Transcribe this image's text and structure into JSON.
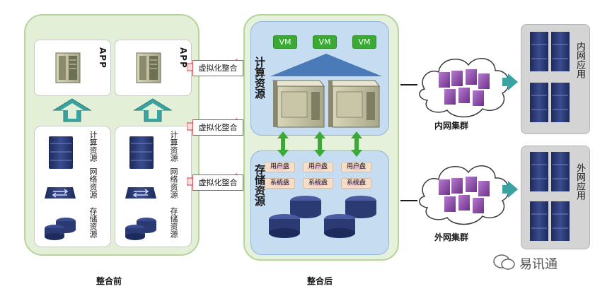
{
  "before": {
    "caption": "整合前",
    "app_label": "APP",
    "compute_label": "计算资源",
    "network_label": "网络资源",
    "storage_label": "存储资源"
  },
  "virtualization": {
    "label_top": "虚拟化整合",
    "label_middle": "虚拟化整合",
    "label_bottom": "虚拟化整合"
  },
  "after": {
    "caption": "整合后",
    "compute_title": "计算资源",
    "storage_title": "存储资源",
    "vms": [
      "VM",
      "VM",
      "VM"
    ],
    "disks_row1": [
      "用户盘",
      "用户盘",
      "用户盘"
    ],
    "disks_row2": [
      "系统盘",
      "系统盘",
      "系统盘"
    ]
  },
  "clusters": {
    "internal": "内网集群",
    "external": "外网集群"
  },
  "apps": {
    "internal": "内网应用",
    "external": "外网应用"
  },
  "watermark": "易讯通",
  "colors": {
    "green_panel": "#e3efd6",
    "blue_panel": "#c6dcf0",
    "vm_green": "#3aaa35",
    "server_navy": "#2b3a73",
    "cloud_purple": "#8a4ba3",
    "arrow_teal": "#3aa3a0",
    "arrow_red": "#cf3a3a"
  }
}
